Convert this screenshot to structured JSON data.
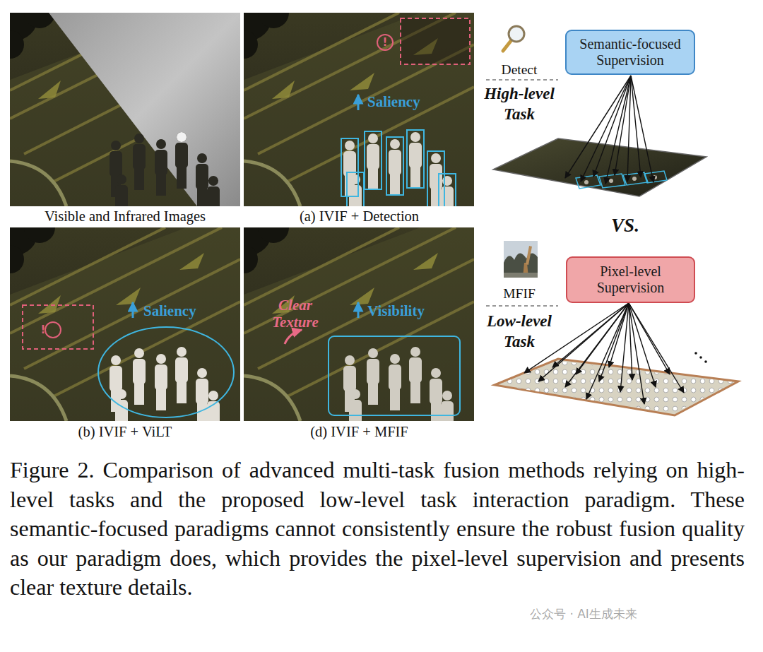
{
  "diagram": {
    "caption": "Figure 2. Comparison of advanced multi-task fusion methods relying on high-level tasks and the proposed low-level task interaction paradigm. These semantic-focused paradigms cannot consistently ensure the robust fusion quality as our paradigm does, which provides the pixel-level supervision and presents clear texture details.",
    "nodes": [
      {
        "text": [
          "Visible and Infrared Images"
        ]
      },
      {
        "text": [
          "Saliency",
          "(a) IVIF + Detection"
        ]
      },
      {
        "text": [
          "Semantic-focused Supervision"
        ]
      },
      {
        "text": [
          "Saliency",
          "(b) IVIF + ViLT"
        ]
      },
      {
        "text": [
          "Clear Texture",
          "Visibility",
          "(d) IVIF + MFIF"
        ]
      },
      {
        "text": [
          "Pixel-level Supervision"
        ]
      }
    ],
    "labels": [
      "!",
      "Detect",
      "High-level Task",
      "VS.",
      "!",
      "MFIF",
      "Low-level Task",
      "公众号 · AI生成未来"
    ]
  }
}
